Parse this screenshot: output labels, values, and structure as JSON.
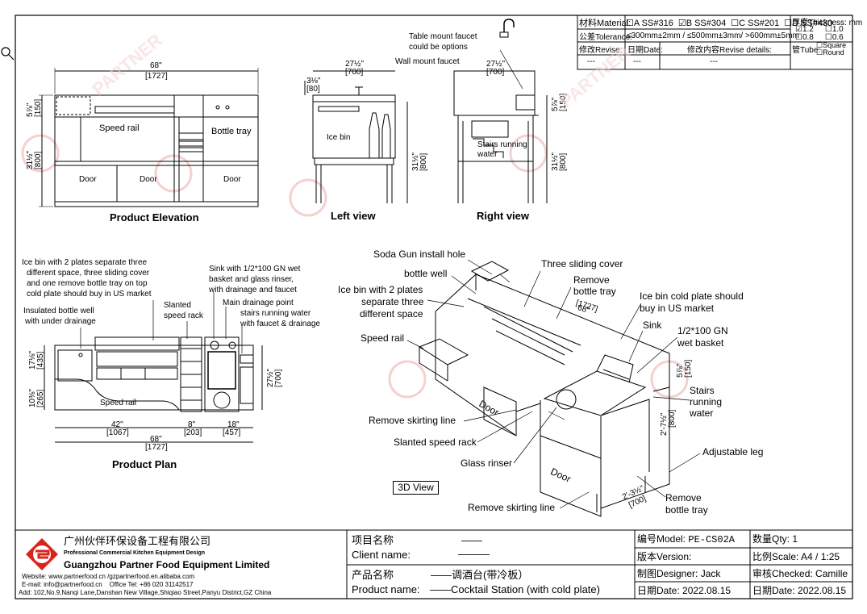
{
  "spec": {
    "material_label": "材料Material:",
    "materials": [
      {
        "code": "A SS#316",
        "checked": false
      },
      {
        "code": "B SS#304",
        "checked": true
      },
      {
        "code": "C SS#201",
        "checked": false
      },
      {
        "code": "D SS#430",
        "checked": false
      }
    ],
    "thickness_label": "厚度Thickness: mm",
    "thicknesses": [
      {
        "value": "1.2",
        "checked": true
      },
      {
        "value": "1.0",
        "checked": false
      },
      {
        "value": "0.8",
        "checked": false
      },
      {
        "value": "0.6",
        "checked": false
      }
    ],
    "tolerance_label": "公差Tolerance:",
    "tolerance_value": "≤300mm±2mm / ≤500mm±3mm/ >600mm±5mm",
    "revise_label": "修改Revise:",
    "date_label": "日期Date:",
    "revise_details_label": "修改内容Revise details:",
    "dash": "---",
    "tube_label": "管Tube:",
    "tube_square": "Square",
    "tube_round": "Round"
  },
  "views": {
    "elevation": {
      "title": "Product Elevation",
      "width_in": "68\"",
      "width_mm": "[1727]",
      "h_top_in": "5⅞\"",
      "h_top_mm": "[150]",
      "h_main_in": "31½\"",
      "h_main_mm": "[800]",
      "speed_rail": "Speed rail",
      "bottle_tray": "Bottle tray",
      "door1": "Door",
      "door2": "Door",
      "door3": "Door"
    },
    "left": {
      "title": "Left  view",
      "width_in": "27½\"",
      "width_mm": "[700]",
      "h_top_in": "3⅛\"",
      "h_top_mm": "[80]",
      "h_main_in": "31½\"",
      "h_main_mm": "[800]",
      "ice_bin": "Ice bin",
      "wall_faucet": "Wall mount faucet"
    },
    "right": {
      "title": "Right view",
      "width_in": "27½\"",
      "width_mm": "[700]",
      "h_top_in": "5⅞\"",
      "h_top_mm": "[150]",
      "h_main_in": "31½\"",
      "h_main_mm": "[800]",
      "table_faucet_1": "Table mount faucet",
      "table_faucet_2": "could be options",
      "stairs_1": "Stairs running",
      "stairs_2": "water"
    },
    "plan": {
      "title": "Product Plan",
      "ice_bin_note": [
        "Ice bin with  2 plates separate three",
        "different space, three sliding cover",
        "and one remove bottle tray on top",
        "cold plate should buy in US market"
      ],
      "insulated_note": [
        "Insulated bottle well",
        "with under drainage"
      ],
      "slanted_note": [
        "Slanted",
        "speed rack"
      ],
      "sink_note": [
        "Sink  with 1/2*100 GN wet",
        "basket and glass rinser,",
        "with drainage and faucet"
      ],
      "drain_note": "Main drainage point",
      "stairs_note": [
        "stairs running water",
        "with faucet & drainage"
      ],
      "speed_rail": "Speed rail",
      "dim_top_in": "17⅛\"",
      "dim_top_mm": "[435]",
      "dim_bot_in": "10⅜\"",
      "dim_bot_mm": "[265]",
      "dim_depth_in": "27½\"",
      "dim_depth_mm": "[700]",
      "dim_a_in": "42\"",
      "dim_a_mm": "[1067]",
      "dim_b_in": "8\"",
      "dim_b_mm": "[203]",
      "dim_c_in": "18\"",
      "dim_c_mm": "[457]",
      "dim_total_in": "68\"",
      "dim_total_mm": "[1727]"
    },
    "iso": {
      "tag": "3D View",
      "soda_gun": "Soda Gun install hole",
      "bottle_well": "bottle well",
      "ice_bin": [
        "Ice bin with 2 plates",
        "separate three",
        "different space"
      ],
      "speed_rail": "Speed rail",
      "sliding_cover": "Three sliding cover",
      "remove_tray": [
        "Remove",
        "bottle tray"
      ],
      "cold_plate": [
        "Ice bin cold plate should",
        "buy in US market"
      ],
      "sink": "Sink",
      "wet_basket": [
        "1/2*100 GN",
        "wet basket"
      ],
      "stairs": [
        "Stairs",
        "running",
        "water"
      ],
      "skirting": "Remove skirting line",
      "slanted": "Slanted speed rack",
      "glass_rinser": "Glass rinser",
      "adjustable": "Adjustable leg",
      "remove_tray2": [
        "Remove",
        "bottle tray"
      ],
      "skirting2": "Remove skirting line",
      "door_a": "Door",
      "door_b": "Door",
      "dim_w_in": "68\"",
      "dim_w_mm": "[1727]",
      "dim_h1_in": "5⅞\"",
      "dim_h1_mm": "[150]",
      "dim_h2_in": "2'-7½\"",
      "dim_h2_mm": "[800]",
      "dim_d_in": "2'-3½\"",
      "dim_d_mm": "[700]"
    }
  },
  "title_block": {
    "company_cn": "广州伙伴环保设备工程有限公司",
    "company_tag": "Professional Commercial Kitchen Equipment Design",
    "company_en": "Guangzhou Partner Food Equipment Limited",
    "website_label": "Website:",
    "website": "www.partnerfood.cn /gzpartnerfood.en.alibaba.com",
    "email_label": "E-mail:",
    "email": "info@partnerfood.cn",
    "office_label": "Office Tel:",
    "office": "+86 020 31142517",
    "address": "Add: 102,No.9,Nanqi Lane,Danshan New Village,Shiqiao Street,Panyu District,GZ China",
    "project_cn": "项目名称",
    "project_value": "——",
    "client_label": "Client name:",
    "client_value": "———",
    "product_cn": "产品名称",
    "product_cn_value": "——调酒台(带冷板）",
    "product_label": "Product name:",
    "product_value": "——Cocktail Station (with cold plate)",
    "model_label": "编号Model:",
    "model_value": "PE-CS02A",
    "qty_label": "数量Qty:",
    "qty_value": "1",
    "version_label": "版本Version:",
    "scale_label": "比例Scale:",
    "scale_value": "A4 / 1:25",
    "designer_label": "制图Designer:",
    "designer_value": "Jack",
    "checked_label": "审核Checked:",
    "checked_value": "Camille",
    "date1_label": "日期Date:",
    "date1_value": "2022.08.15",
    "date2_label": "日期Date:",
    "date2_value": "2022.08.15"
  },
  "watermark": "PARTNER",
  "colors": {
    "logo_red": "#d9241b",
    "watermark": "#f2c6c6"
  }
}
